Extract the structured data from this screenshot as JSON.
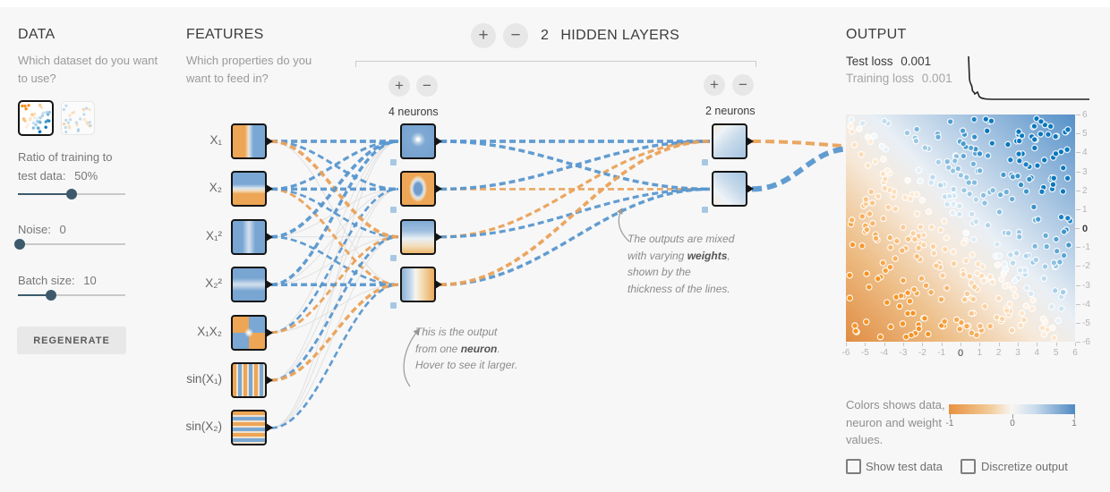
{
  "colors": {
    "blue": "#0877bd",
    "orange": "#f59322",
    "line_blue": "#5897cf",
    "line_orange": "#e9a158",
    "line_gray": "#dedede",
    "accent_dark": "#3c5a6b"
  },
  "data_panel": {
    "title": "DATA",
    "question": "Which dataset do you want to use?",
    "datasets": [
      {
        "name": "plane-dataset",
        "selected": true
      },
      {
        "name": "multi-gaussian-dataset",
        "selected": false
      }
    ],
    "ratio_line1": "Ratio of training to",
    "ratio_prefix": "test data:",
    "ratio_value": "50%",
    "ratio_percent": 50,
    "noise_prefix": "Noise:",
    "noise_value": "0",
    "noise_percent": 2,
    "batch_prefix": "Batch size:",
    "batch_value": "10",
    "batch_percent": 31,
    "regenerate_label": "REGENERATE"
  },
  "features_panel": {
    "title": "FEATURES",
    "question": "Which properties do you want to feed in?",
    "features": [
      {
        "id": "x1",
        "label": "X₁",
        "pattern": "x1"
      },
      {
        "id": "x2",
        "label": "X₂",
        "pattern": "x2"
      },
      {
        "id": "x1-squared",
        "label": "X₁²",
        "pattern": "x1sq"
      },
      {
        "id": "x2-squared",
        "label": "X₂²",
        "pattern": "x2sq"
      },
      {
        "id": "x1x2",
        "label": "X₁X₂",
        "pattern": "x1x2"
      },
      {
        "id": "sin-x1",
        "label": "sin(X₁)",
        "pattern": "sinx1"
      },
      {
        "id": "sin-x2",
        "label": "sin(X₂)",
        "pattern": "sinx2"
      }
    ]
  },
  "network": {
    "controls": {
      "add": "+",
      "remove": "−"
    },
    "layers_count": "2",
    "layers_title": "HIDDEN LAYERS",
    "layer1": {
      "label": "4 neurons",
      "neurons": [
        "h1n1",
        "h1n2",
        "h1n3",
        "h1n4"
      ]
    },
    "layer2": {
      "label": "2 neurons",
      "neurons": [
        "h2n1",
        "h2n2"
      ]
    },
    "weights_input_h1": [
      [
        0.5,
        0.35,
        -0.5,
        0.1
      ],
      [
        0.4,
        0.45,
        0.3,
        -0.35
      ],
      [
        0.5,
        -0.1,
        0.05,
        0.3
      ],
      [
        0.45,
        0.05,
        0.1,
        0.45
      ],
      [
        0.05,
        0.3,
        -0.35,
        0.05
      ],
      [
        0.05,
        -0.05,
        0.35,
        -0.45
      ],
      [
        -0.05,
        0.05,
        0.1,
        0.3
      ]
    ],
    "weights_h1_h2": [
      [
        0.5,
        0.45
      ],
      [
        0.45,
        -0.3
      ],
      [
        -0.4,
        0.4
      ],
      [
        -0.5,
        0.45
      ]
    ],
    "weights_h2_out": [
      -0.55,
      0.9
    ]
  },
  "annotations": {
    "neuron_note": {
      "pre": "This is the output from one ",
      "bold": "neuron",
      "post": ". Hover to see it larger."
    },
    "weight_note": {
      "pre": "The outputs are mixed with varying ",
      "bold": "weights",
      "post": ", shown by the thickness of the lines."
    }
  },
  "output_panel": {
    "title": "OUTPUT",
    "test_loss_label": "Test loss",
    "test_loss_value": "0.001",
    "training_loss_label": "Training loss",
    "training_loss_value": "0.001",
    "x_ticks": [
      -6,
      -5,
      -4,
      -3,
      -2,
      -1,
      0,
      1,
      2,
      3,
      4,
      5,
      6
    ],
    "y_ticks": [
      6,
      5,
      4,
      3,
      2,
      1,
      0,
      -1,
      -2,
      -3,
      -4,
      -5,
      -6
    ],
    "scatter": {
      "count": 380,
      "seed": 7
    },
    "colorscale": {
      "text": "Colors shows data, neuron and weight values.",
      "ticks": [
        "-1",
        "0",
        "1"
      ]
    },
    "checkboxes": [
      {
        "id": "show-test-data",
        "label": "Show test data",
        "checked": false
      },
      {
        "id": "discretize-output",
        "label": "Discretize output",
        "checked": false
      }
    ]
  }
}
